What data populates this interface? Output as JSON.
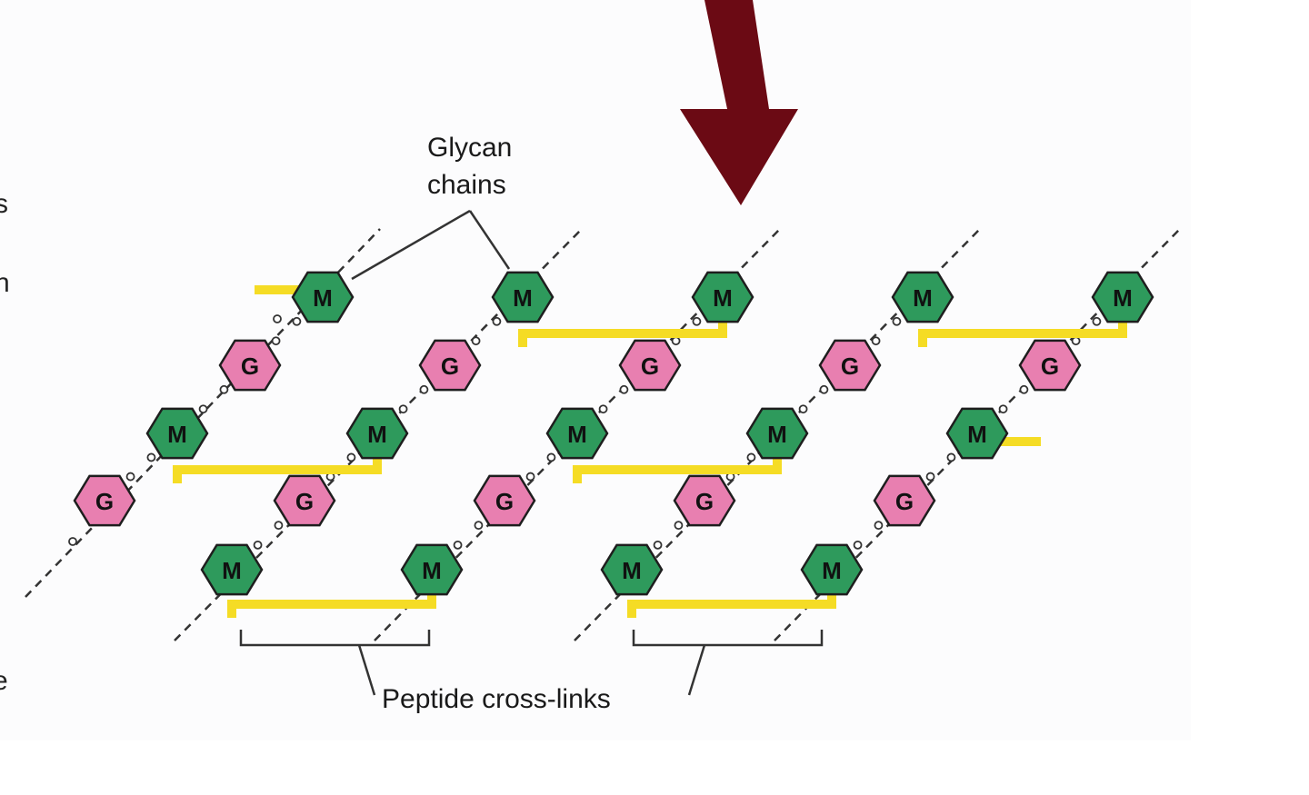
{
  "colors": {
    "nam": "#2e9a5c",
    "nag": "#e87fb0",
    "outline": "#1e1e1e",
    "peptide": "#f5dc25",
    "arrow": "#6b0a14",
    "line": "#333333"
  },
  "sugar_labels": {
    "nam": "M",
    "nag": "G"
  },
  "callouts": {
    "glycan_line1": "Glycan",
    "glycan_line2": "chains",
    "peptide": "Peptide cross-links"
  },
  "edge_glyphs": [
    "s",
    "n",
    "e"
  ]
}
